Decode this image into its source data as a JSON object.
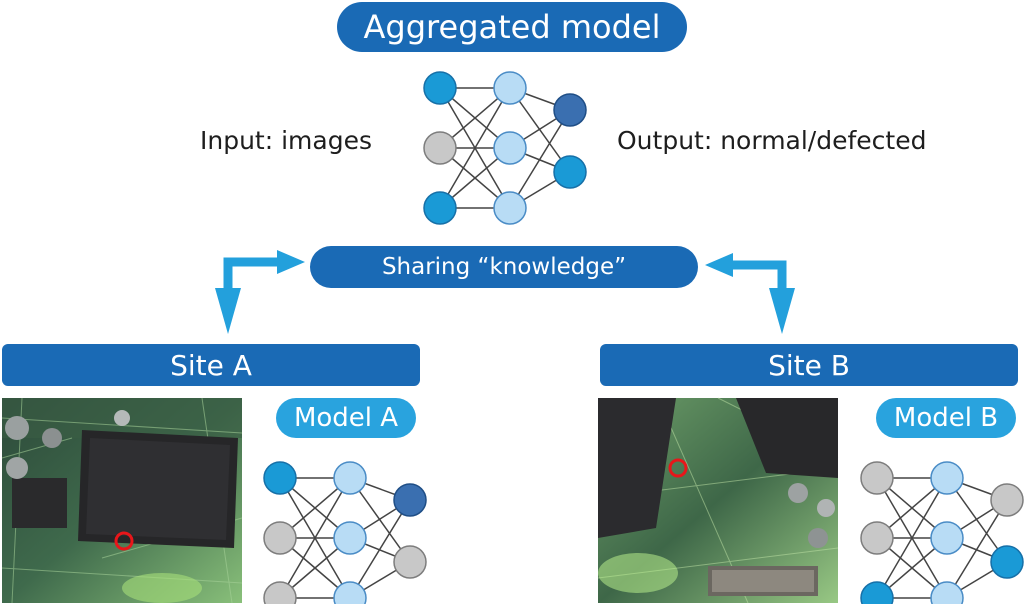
{
  "title": "Aggregated model",
  "input_label": "Input: images",
  "output_label": "Output: normal/defected",
  "sharing_label": "Sharing “knowledge”",
  "sites": [
    {
      "label": "Site A",
      "model_label": "Model A"
    },
    {
      "label": "Site B",
      "model_label": "Model B"
    }
  ],
  "networks": {
    "aggregated": {
      "layers": [
        [
          "cyan",
          "gray",
          "cyan"
        ],
        [
          "light",
          "light",
          "light"
        ],
        [
          "dark",
          "cyan"
        ]
      ]
    },
    "model_a": {
      "layers": [
        [
          "cyan",
          "gray",
          "gray"
        ],
        [
          "light",
          "light",
          "light"
        ],
        [
          "dark",
          "gray"
        ]
      ]
    },
    "model_b": {
      "layers": [
        [
          "gray",
          "gray",
          "cyan"
        ],
        [
          "light",
          "light",
          "light"
        ],
        [
          "gray",
          "cyan"
        ]
      ]
    }
  },
  "colors": {
    "dark_blue": "#1a6ab5",
    "light_blue": "#29a3de",
    "arrow": "#23a0dc",
    "node_cyan": "#1a9ad6",
    "node_gray": "#c8c8c8",
    "node_light": "#b8dcf5",
    "node_dark": "#3a6fb0",
    "defect_marker": "#e8161a"
  },
  "icons": [
    "circuit-board-photo",
    "neural-network-icon",
    "bidirectional-arrow-icon",
    "defect-marker-icon"
  ]
}
